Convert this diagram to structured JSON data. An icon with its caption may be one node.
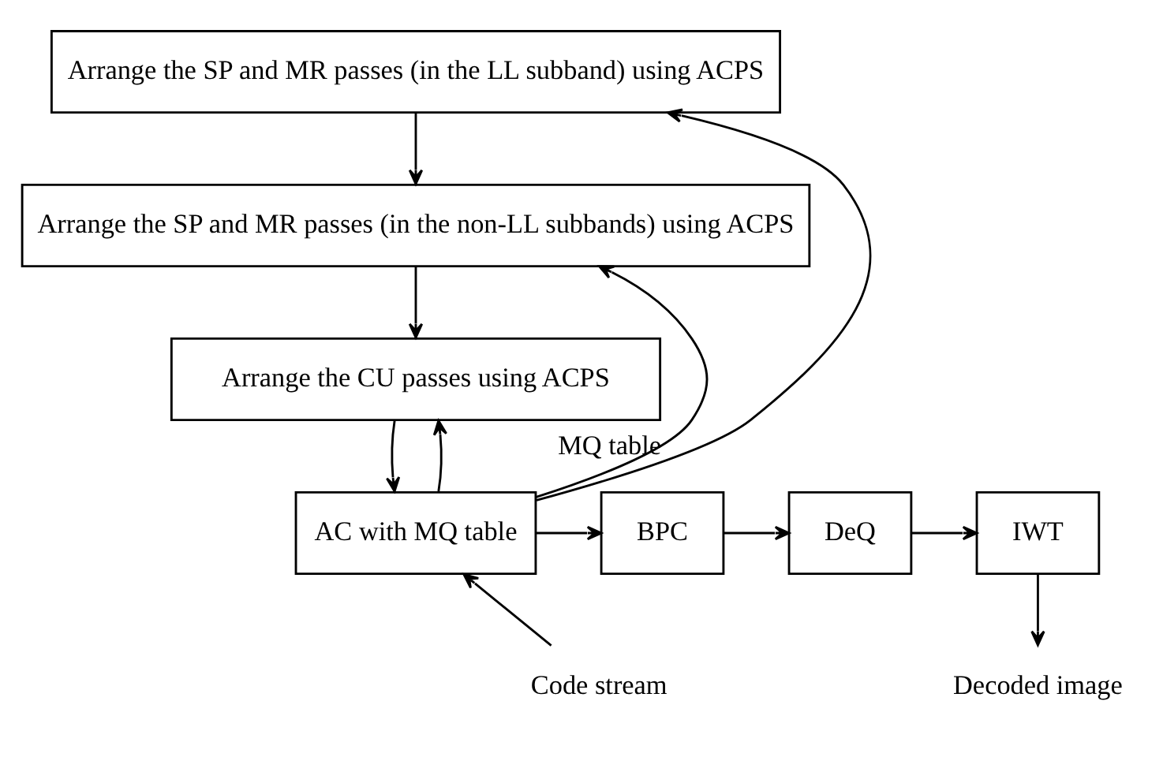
{
  "diagram": {
    "nodes": [
      {
        "text": [
          "Arrange the SP and MR passes (in the LL subband) using ACPS"
        ]
      },
      {
        "text": [
          "Arrange the SP and MR passes (in the non-LL subbands) using ACPS"
        ]
      },
      {
        "text": [
          "Arrange the CU passes using ACPS"
        ]
      },
      {
        "text": [
          "AC with MQ table"
        ]
      },
      {
        "text": [
          "BPC"
        ]
      },
      {
        "text": [
          "DeQ"
        ]
      },
      {
        "text": [
          "IWT"
        ]
      },
      {
        "text": [
          "Code stream"
        ]
      },
      {
        "text": [
          "Decoded image"
        ]
      }
    ],
    "edges": [
      {
        "from": 0,
        "to": 1,
        "arrow": "to"
      },
      {
        "from": 1,
        "to": 2,
        "arrow": "to"
      },
      {
        "from": 2,
        "to": 3,
        "arrow": "to"
      },
      {
        "from": 3,
        "to": 0,
        "arrow": "to",
        "label": "MQ table"
      },
      {
        "from": 3,
        "to": 1,
        "arrow": "to"
      },
      {
        "from": 3,
        "to": 2,
        "arrow": "to"
      },
      {
        "from": 7,
        "to": 3,
        "arrow": "to"
      },
      {
        "from": 3,
        "to": 4,
        "arrow": "to"
      },
      {
        "from": 4,
        "to": 5,
        "arrow": "to"
      },
      {
        "from": 5,
        "to": 6,
        "arrow": "to"
      },
      {
        "from": 6,
        "to": 8,
        "arrow": "to"
      }
    ]
  }
}
